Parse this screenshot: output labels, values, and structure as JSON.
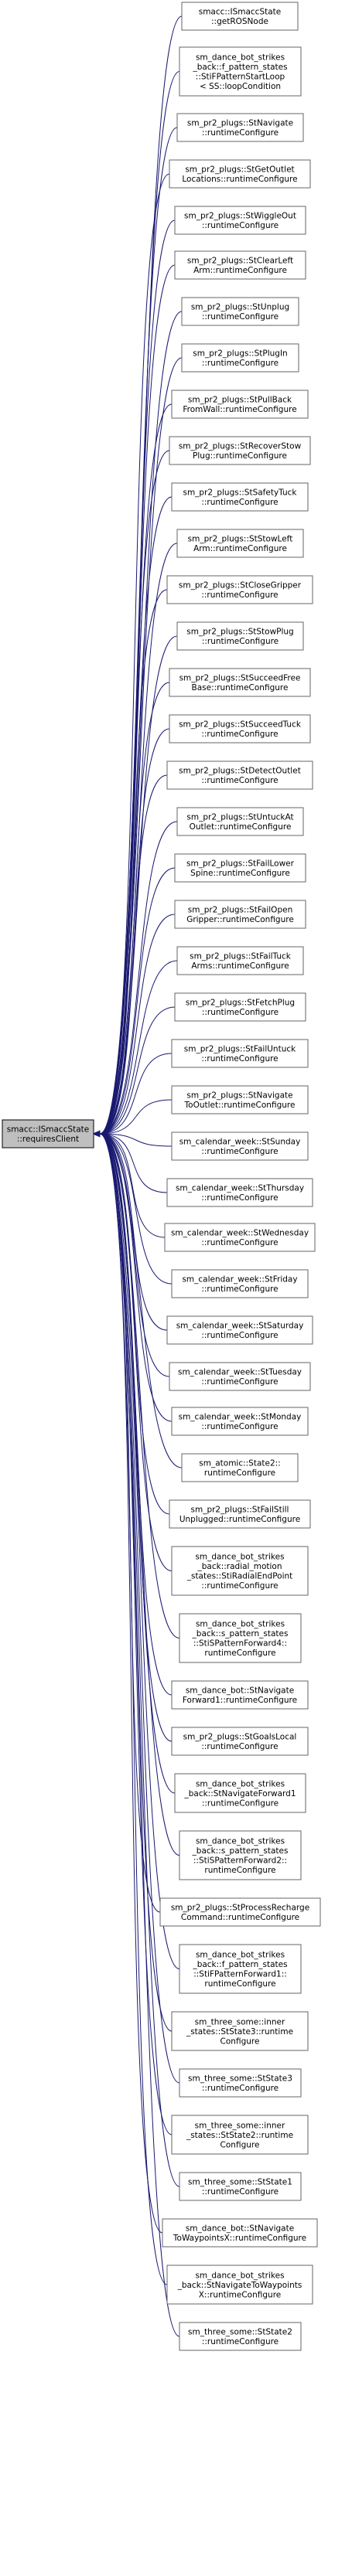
{
  "focus": {
    "id": "requires-client",
    "lines": [
      "smacc::ISmaccState",
      "::requiresClient"
    ]
  },
  "callers": [
    {
      "id": "get-ros-node",
      "lines": [
        "smacc::ISmaccState",
        "::getROSNode"
      ]
    },
    {
      "id": "loop-condition",
      "lines": [
        "sm_dance_bot_strikes",
        "_back::f_pattern_states",
        "::StiFPatternStartLoop",
        "< SS::loopCondition"
      ]
    },
    {
      "id": "pr2-navigate",
      "lines": [
        "sm_pr2_plugs::StNavigate",
        "::runtimeConfigure"
      ]
    },
    {
      "id": "pr2-get-outlet-locations",
      "lines": [
        "sm_pr2_plugs::StGetOutlet",
        "Locations::runtimeConfigure"
      ]
    },
    {
      "id": "pr2-wiggle-out",
      "lines": [
        "sm_pr2_plugs::StWiggleOut",
        "::runtimeConfigure"
      ]
    },
    {
      "id": "pr2-clear-left-arm",
      "lines": [
        "sm_pr2_plugs::StClearLeft",
        "Arm::runtimeConfigure"
      ]
    },
    {
      "id": "pr2-unplug",
      "lines": [
        "sm_pr2_plugs::StUnplug",
        "::runtimeConfigure"
      ]
    },
    {
      "id": "pr2-plug-in",
      "lines": [
        "sm_pr2_plugs::StPlugIn",
        "::runtimeConfigure"
      ]
    },
    {
      "id": "pr2-pull-back-from-wall",
      "lines": [
        "sm_pr2_plugs::StPullBack",
        "FromWall::runtimeConfigure"
      ]
    },
    {
      "id": "pr2-recover-stow-plug",
      "lines": [
        "sm_pr2_plugs::StRecoverStow",
        "Plug::runtimeConfigure"
      ]
    },
    {
      "id": "pr2-safety-tuck",
      "lines": [
        "sm_pr2_plugs::StSafetyTuck",
        "::runtimeConfigure"
      ]
    },
    {
      "id": "pr2-stow-left-arm",
      "lines": [
        "sm_pr2_plugs::StStowLeft",
        "Arm::runtimeConfigure"
      ]
    },
    {
      "id": "pr2-close-gripper",
      "lines": [
        "sm_pr2_plugs::StCloseGripper",
        "::runtimeConfigure"
      ]
    },
    {
      "id": "pr2-stow-plug",
      "lines": [
        "sm_pr2_plugs::StStowPlug",
        "::runtimeConfigure"
      ]
    },
    {
      "id": "pr2-succeed-free-base",
      "lines": [
        "sm_pr2_plugs::StSucceedFree",
        "Base::runtimeConfigure"
      ]
    },
    {
      "id": "pr2-succeed-tuck",
      "lines": [
        "sm_pr2_plugs::StSucceedTuck",
        "::runtimeConfigure"
      ]
    },
    {
      "id": "pr2-detect-outlet",
      "lines": [
        "sm_pr2_plugs::StDetectOutlet",
        "::runtimeConfigure"
      ]
    },
    {
      "id": "pr2-untuck-at-outlet",
      "lines": [
        "sm_pr2_plugs::StUntuckAt",
        "Outlet::runtimeConfigure"
      ]
    },
    {
      "id": "pr2-fail-lower-spine",
      "lines": [
        "sm_pr2_plugs::StFailLower",
        "Spine::runtimeConfigure"
      ]
    },
    {
      "id": "pr2-fail-open-gripper",
      "lines": [
        "sm_pr2_plugs::StFailOpen",
        "Gripper::runtimeConfigure"
      ]
    },
    {
      "id": "pr2-fail-tuck-arms",
      "lines": [
        "sm_pr2_plugs::StFailTuck",
        "Arms::runtimeConfigure"
      ]
    },
    {
      "id": "pr2-fetch-plug",
      "lines": [
        "sm_pr2_plugs::StFetchPlug",
        "::runtimeConfigure"
      ]
    },
    {
      "id": "pr2-fail-untuck",
      "lines": [
        "sm_pr2_plugs::StFailUntuck",
        "::runtimeConfigure"
      ]
    },
    {
      "id": "pr2-navigate-to-outlet",
      "lines": [
        "sm_pr2_plugs::StNavigate",
        "ToOutlet::runtimeConfigure"
      ]
    },
    {
      "id": "cal-sunday",
      "lines": [
        "sm_calendar_week::StSunday",
        "::runtimeConfigure"
      ]
    },
    {
      "id": "cal-thursday",
      "lines": [
        "sm_calendar_week::StThursday",
        "::runtimeConfigure"
      ]
    },
    {
      "id": "cal-wednesday",
      "lines": [
        "sm_calendar_week::StWednesday",
        "::runtimeConfigure"
      ]
    },
    {
      "id": "cal-friday",
      "lines": [
        "sm_calendar_week::StFriday",
        "::runtimeConfigure"
      ]
    },
    {
      "id": "cal-saturday",
      "lines": [
        "sm_calendar_week::StSaturday",
        "::runtimeConfigure"
      ]
    },
    {
      "id": "cal-tuesday",
      "lines": [
        "sm_calendar_week::StTuesday",
        "::runtimeConfigure"
      ]
    },
    {
      "id": "cal-monday",
      "lines": [
        "sm_calendar_week::StMonday",
        "::runtimeConfigure"
      ]
    },
    {
      "id": "atomic-state2",
      "lines": [
        "sm_atomic::State2::",
        "runtimeConfigure"
      ]
    },
    {
      "id": "pr2-fail-still-unplugged",
      "lines": [
        "sm_pr2_plugs::StFailStill",
        "Unplugged::runtimeConfigure"
      ]
    },
    {
      "id": "strikes-radial-end-point",
      "lines": [
        "sm_dance_bot_strikes",
        "_back::radial_motion",
        "_states::StiRadialEndPoint",
        "::runtimeConfigure"
      ]
    },
    {
      "id": "strikes-s-pattern-forward4",
      "lines": [
        "sm_dance_bot_strikes",
        "_back::s_pattern_states",
        "::StiSPatternForward4::",
        "runtimeConfigure"
      ]
    },
    {
      "id": "dance-navigate-forward1",
      "lines": [
        "sm_dance_bot::StNavigate",
        "Forward1::runtimeConfigure"
      ]
    },
    {
      "id": "pr2-goals-local",
      "lines": [
        "sm_pr2_plugs::StGoalsLocal",
        "::runtimeConfigure"
      ]
    },
    {
      "id": "strikes-navigate-forward1",
      "lines": [
        "sm_dance_bot_strikes",
        "_back::StNavigateForward1",
        "::runtimeConfigure"
      ]
    },
    {
      "id": "strikes-s-pattern-forward2",
      "lines": [
        "sm_dance_bot_strikes",
        "_back::s_pattern_states",
        "::StiSPatternForward2::",
        "runtimeConfigure"
      ]
    },
    {
      "id": "pr2-process-recharge-command",
      "lines": [
        "sm_pr2_plugs::StProcessRecharge",
        "Command::runtimeConfigure"
      ]
    },
    {
      "id": "strikes-f-pattern-forward1",
      "lines": [
        "sm_dance_bot_strikes",
        "_back::f_pattern_states",
        "::StiFPatternForward1::",
        "runtimeConfigure"
      ]
    },
    {
      "id": "three-some-inner-state3",
      "lines": [
        "sm_three_some::inner",
        "_states::StState3::runtime",
        "Configure"
      ]
    },
    {
      "id": "three-some-state3",
      "lines": [
        "sm_three_some::StState3",
        "::runtimeConfigure"
      ]
    },
    {
      "id": "three-some-inner-state2",
      "lines": [
        "sm_three_some::inner",
        "_states::StState2::runtime",
        "Configure"
      ]
    },
    {
      "id": "three-some-state1",
      "lines": [
        "sm_three_some::StState1",
        "::runtimeConfigure"
      ]
    },
    {
      "id": "dance-navigate-to-waypoints-x",
      "lines": [
        "sm_dance_bot::StNavigate",
        "ToWaypointsX::runtimeConfigure"
      ]
    },
    {
      "id": "strikes-navigate-to-waypoints-x",
      "lines": [
        "sm_dance_bot_strikes",
        "_back::StNavigateToWaypoints",
        "X::runtimeConfigure"
      ]
    },
    {
      "id": "three-some-state2",
      "lines": [
        "sm_three_some::StState2",
        "::runtimeConfigure"
      ]
    }
  ],
  "colors": {
    "edge": "#191970",
    "focus_fill": "#bfbfbf",
    "node_border": "#666666"
  }
}
